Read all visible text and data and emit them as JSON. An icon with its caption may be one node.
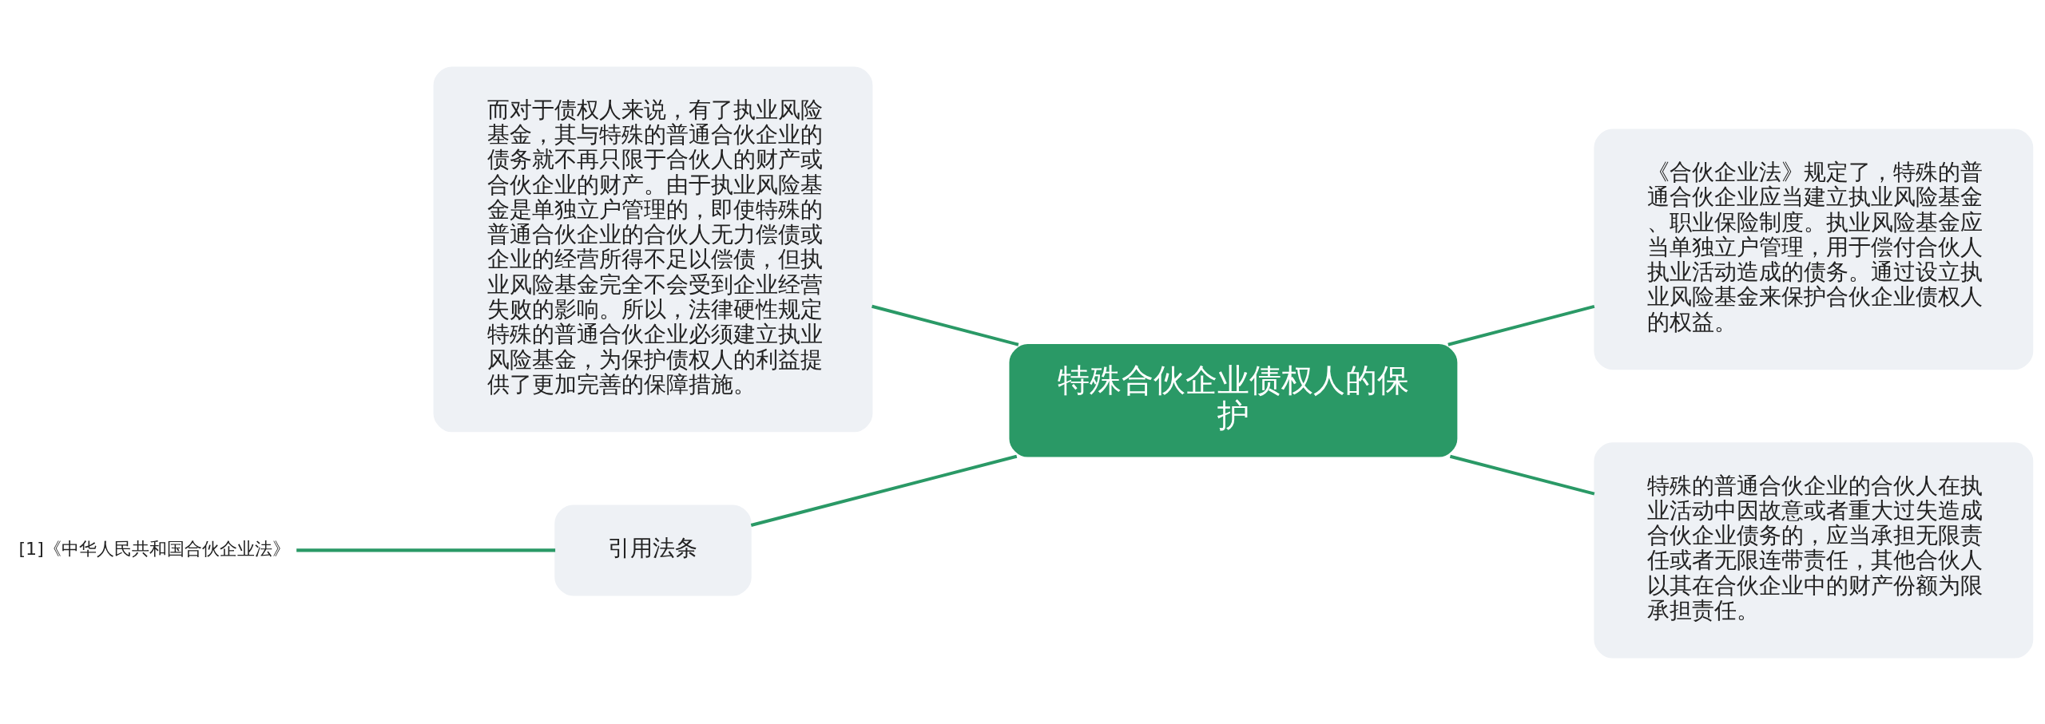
{
  "diagram": {
    "nodes": [
      {
        "text": [
          "特殊合伙企业债权人的保护"
        ]
      },
      {
        "text": [
          "而对于债权人来说，有了执业风险基金，其与特殊的普通合伙企业的债务就不再只限于合伙人的财产或合伙企业的财产。由于执业风险基金是单独立户管理的，即使特殊的普通合伙企业的合伙人无力偿债或企业的经营所得不足以偿债，但执业风险基金完全不会受到企业经营失败的影响。所以，法律硬性规定特殊的普通合伙企业必须建立执业风险基金，为保护债权人的利益提供了更加完善的保障措施。"
        ]
      },
      {
        "text": [
          "引用法条"
        ]
      },
      {
        "text": [
          "[1]《中华人民共和国合伙企业法》"
        ]
      },
      {
        "text": [
          "《合伙企业法》规定了，特殊的普通合伙企业应当建立执业风险基金、职业保险制度。执业风险基金应当单独立户管理，用于偿付合伙人执业活动造成的债务。通过设立执业风险基金来保护合伙企业债权人的权益。"
        ]
      },
      {
        "text": [
          "特殊的普通合伙企业的合伙人在执业活动中因故意或者重大过失造成合伙企业债务的，应当承担无限责任或者无限连带责任，其他合伙人以其在合伙企业中的财产份额为限承担责任。"
        ]
      }
    ],
    "edges": [
      {
        "from": 1,
        "to": 0,
        "arrow": "none"
      },
      {
        "from": 2,
        "to": 0,
        "arrow": "none"
      },
      {
        "from": 3,
        "to": 2,
        "arrow": "none"
      },
      {
        "from": 0,
        "to": 4,
        "arrow": "none"
      },
      {
        "from": 0,
        "to": 5,
        "arrow": "none"
      }
    ]
  }
}
